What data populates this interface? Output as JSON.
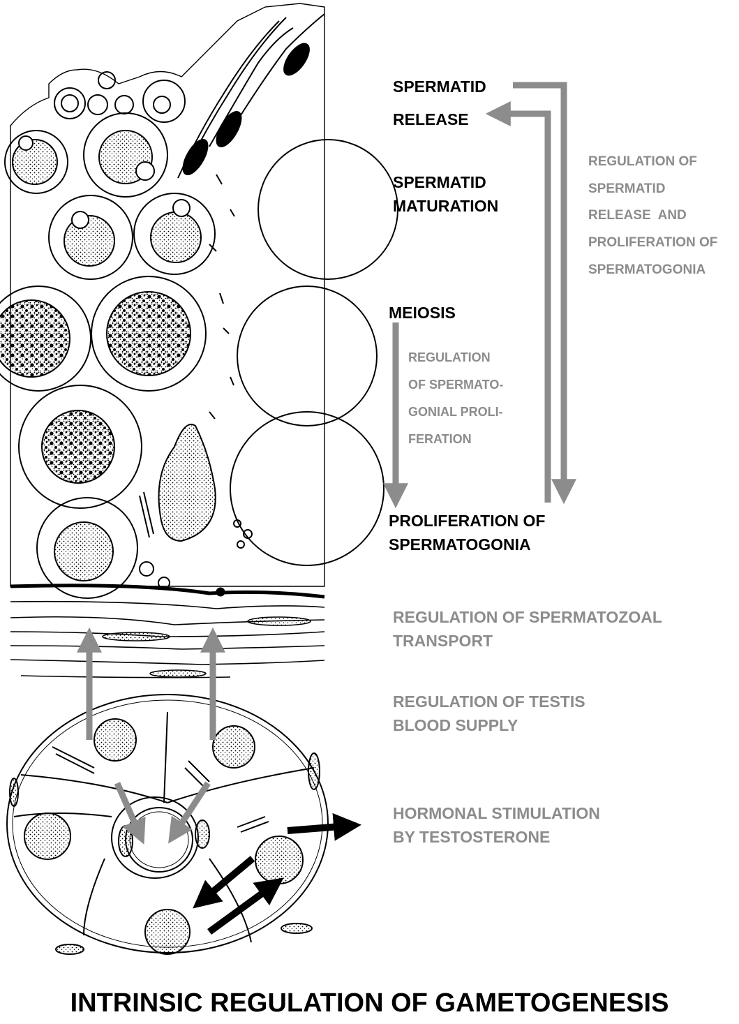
{
  "labels": {
    "spermatid": "SPERMATID",
    "release": "RELEASE",
    "spermatid_maturation": [
      "SPERMATID",
      "MATURATION"
    ],
    "meiosis": "MEIOSIS",
    "proliferation": [
      "PROLIFERATION OF",
      "SPERMATOGONIA"
    ],
    "regulation_release": [
      "REGULATION OF",
      "SPERMATID",
      "RELEASE  AND",
      "PROLIFERATION OF",
      "SPERMATOGONIA"
    ],
    "regulation_spermatogonial": [
      "REGULATION",
      "OF SPERMATO-",
      "GONIAL PROLI-",
      "FERATION"
    ],
    "spermatozoal_transport": [
      "REGULATION OF SPERMATOZOAL",
      "TRANSPORT"
    ],
    "blood_supply": [
      "REGULATION OF TESTIS",
      "BLOOD SUPPLY"
    ],
    "hormonal": [
      "HORMONAL STIMULATION",
      "BY TESTOSTERONE"
    ]
  },
  "title": "INTRINSIC REGULATION OF GAMETOGENESIS",
  "colors": {
    "arrow_grey": "#8c8c8c",
    "arrow_black": "#000000",
    "ink": "#000000"
  }
}
